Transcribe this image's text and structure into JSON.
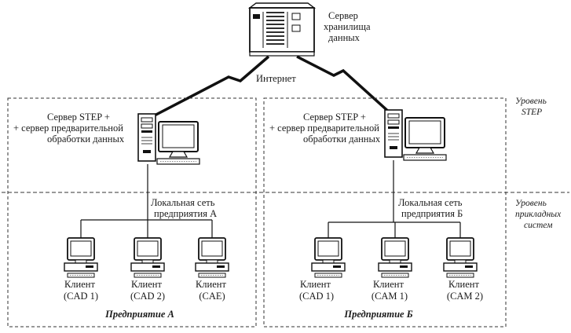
{
  "server": {
    "label_lines": [
      "Сервер",
      "хранилища",
      "данных"
    ],
    "internet_label": "Интернет"
  },
  "levels": {
    "step_lines": [
      "Уровень",
      "STEP"
    ],
    "apps_lines": [
      "Уровень",
      "прикладных",
      "систем"
    ]
  },
  "enterprises": [
    {
      "name": "Предприятие А",
      "server_lines": [
        "Сервер STEP +",
        "+ сервер предварительной",
        "обработки данных"
      ],
      "network_lines": [
        "Локальная сеть",
        "предприятия А"
      ],
      "clients": [
        {
          "title": "Клиент",
          "system": "(CAD 1)"
        },
        {
          "title": "Клиент",
          "system": "(CAD 2)"
        },
        {
          "title": "Клиент",
          "system": "(CAE)"
        }
      ]
    },
    {
      "name": "Предприятие Б",
      "server_lines": [
        "Сервер STEP +",
        "+ сервер предварительной",
        "обработки данных"
      ],
      "network_lines": [
        "Локальная сеть",
        "предприятия Б"
      ],
      "clients": [
        {
          "title": "Клиент",
          "system": "(CAD 1)"
        },
        {
          "title": "Клиент",
          "system": "(CAM 1)"
        },
        {
          "title": "Клиент",
          "system": "(CAM 2)"
        }
      ]
    }
  ]
}
